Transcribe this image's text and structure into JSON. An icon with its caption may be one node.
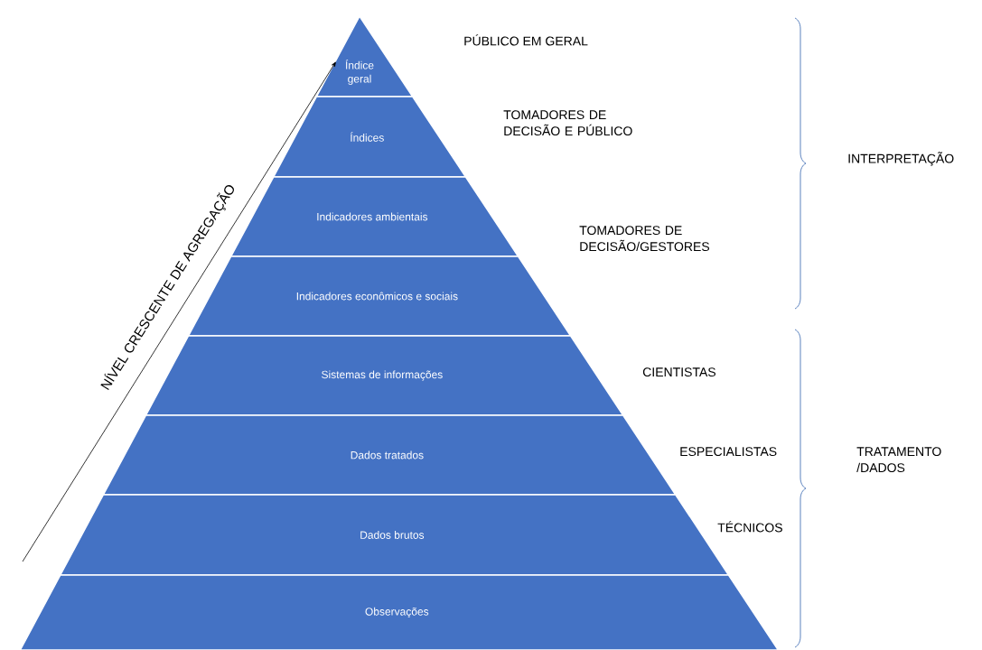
{
  "diagram": {
    "nodes": [
      {
        "text": [
          "Índice geral"
        ]
      },
      {
        "text": [
          "Índices"
        ]
      },
      {
        "text": [
          "Indicadores ambientais"
        ]
      },
      {
        "text": [
          "Indicadores econômicos e sociais"
        ]
      },
      {
        "text": [
          "Sistemas de informações"
        ]
      },
      {
        "text": [
          "Dados tratados"
        ]
      },
      {
        "text": [
          "Dados brutos"
        ]
      },
      {
        "text": [
          "Observações"
        ]
      }
    ],
    "edges": [],
    "labels": [
      "NÍVEL CRESCENTE DE AGREGAÇÃO",
      "PÚBLICO EM GERAL",
      "TOMADORES DE DECISÃO E PÚBLICO",
      "INTERPRETAÇÃO",
      "TOMADORES DE DECISÃO/GESTORES",
      "CIENTISTAS",
      "ESPECIALISTAS",
      "TRATAMENTO /DADOS",
      "TÉCNICOS"
    ]
  }
}
